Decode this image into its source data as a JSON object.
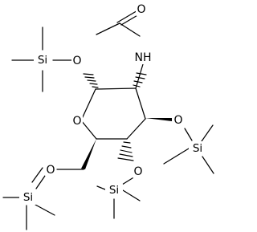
{
  "atoms": {
    "carbonyl_oxygen": "O",
    "amide_nitrogen": "NH",
    "ring_oxygen": "O",
    "anomeric_oxygen": "O",
    "oxygen_c3": "O",
    "oxygen_c4": "O",
    "oxygen_c6": "O",
    "silicon_left_top": "Si",
    "silicon_right": "Si",
    "silicon_bottom_middle": "Si",
    "silicon_bottom_left": "Si"
  }
}
